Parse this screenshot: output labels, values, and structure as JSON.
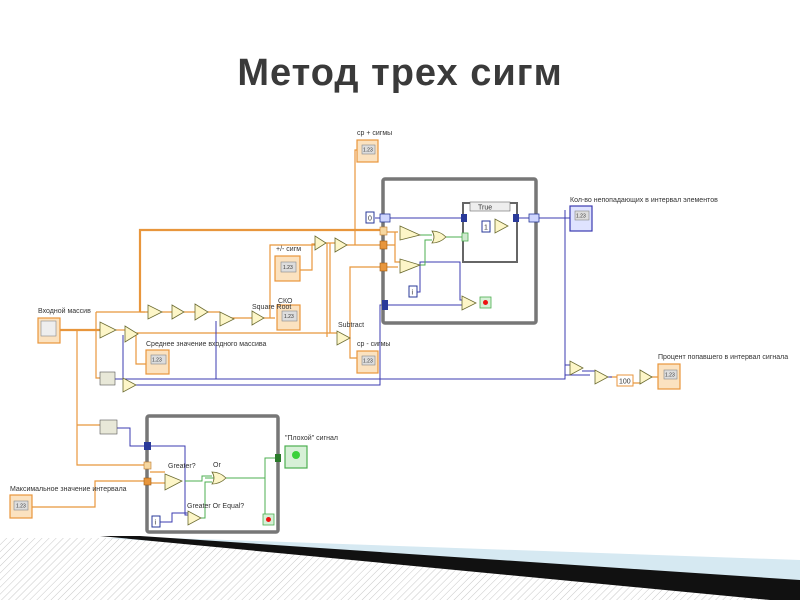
{
  "slide": {
    "title": "Метод трех сигм"
  },
  "diagram": {
    "labels": {
      "input_array": "Входной массив",
      "mean": "Среднее значение входного массива",
      "plus_minus_sigma": "+/- сигм",
      "sko": "СКО",
      "square_root": "Square Root",
      "subtract": "Subtract",
      "mean_plus_sigma": "ср + сигмы",
      "mean_minus_sigma": "ср - сигмы",
      "count_outside": "Кол-во непопадающих в интервал элементов",
      "percent_inside": "Процент попавшего в интервал сигнала",
      "bad_signal": "\"Плохой\" сигнал",
      "max_interval": "Максимальное значение интервала",
      "greater": "Greater?",
      "or": "Or",
      "greater_or_equal": "Greater Or Equal?"
    },
    "case_selector": "True",
    "constants": {
      "zero": "0",
      "one": "1",
      "hundred": "100",
      "iter": "i",
      "iter2": "i"
    },
    "indicator_text": "1.23",
    "colors": {
      "numeric_wire": "#e8963c",
      "integer_wire": "#3b3bb0",
      "boolean_wire": "#4caf50",
      "frame": "#777777"
    }
  }
}
